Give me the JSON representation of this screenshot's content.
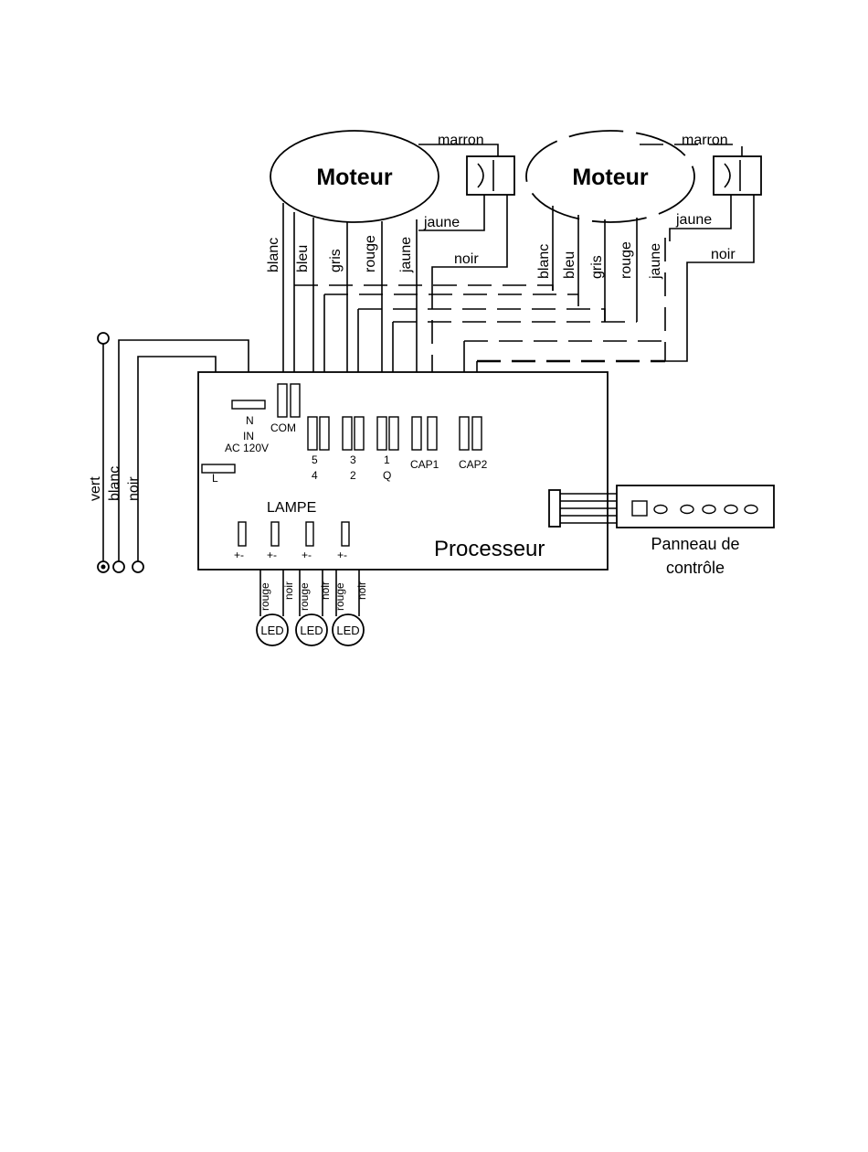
{
  "motors": [
    {
      "label": "Moteur",
      "cap_wire": "marron",
      "wires": [
        "blanc",
        "bleu",
        "gris",
        "rouge",
        "jaune"
      ],
      "cap_out_wires": [
        "jaune",
        "noir"
      ]
    },
    {
      "label": "Moteur",
      "cap_wire": "marron",
      "wires": [
        "blanc",
        "bleu",
        "gris",
        "rouge",
        "jaune"
      ],
      "cap_out_wires": [
        "jaune",
        "noir"
      ]
    }
  ],
  "power_wires": [
    "vert",
    "blanc",
    "noir"
  ],
  "processor": {
    "label": "Processeur",
    "input_n": "N",
    "input_label": "IN",
    "input_voltage": "AC 120V",
    "input_l": "L",
    "com": "COM",
    "speed_pins": [
      {
        "top": "5",
        "bottom": "4"
      },
      {
        "top": "3",
        "bottom": "2"
      },
      {
        "top": "1",
        "bottom": "Q"
      }
    ],
    "cap1": "CAP1",
    "cap2": "CAP2",
    "lamp_label": "LAMPE",
    "lamp_pin_label": "+-"
  },
  "leds": [
    {
      "label": "LED",
      "wires": [
        "rouge",
        "noir"
      ]
    },
    {
      "label": "LED",
      "wires": [
        "rouge",
        "noir"
      ]
    },
    {
      "label": "LED",
      "wires": [
        "rouge",
        "noir"
      ]
    }
  ],
  "control_panel": {
    "line1": "Panneau de",
    "line2": "contrôle"
  }
}
